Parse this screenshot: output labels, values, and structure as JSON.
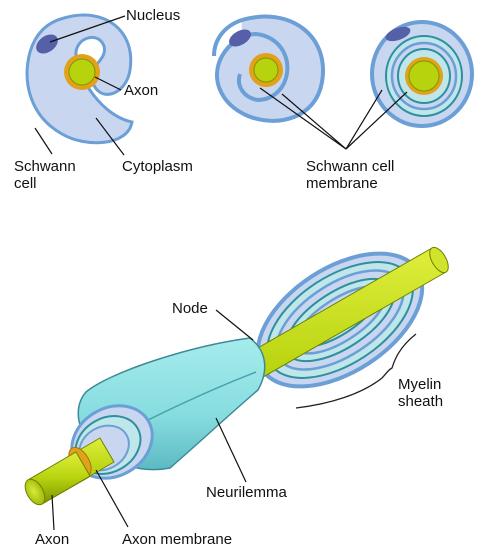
{
  "labels": {
    "nucleus": "Nucleus",
    "axon_top": "Axon",
    "schwann_cell": "Schwann\ncell",
    "cytoplasm": "Cytoplasm",
    "schwann_cell_membrane": "Schwann cell\nmembrane",
    "node": "Node",
    "myelin_sheath": "Myelin\nsheath",
    "neurilemma": "Neurilemma",
    "axon_bottom": "Axon",
    "axon_membrane": "Axon membrane"
  },
  "colors": {
    "cytoplasm_fill": "#c9d6f0",
    "membrane_blue": "#6b9fd6",
    "nucleus": "#5560a8",
    "axon_green": "#b7d30e",
    "axon_dark": "#7e9400",
    "axon_ring": "#e2a11a",
    "neurilemma_cyan": "#8fe3e3",
    "neurilemma_dark": "#5cbac4",
    "outline": "#30506e"
  }
}
